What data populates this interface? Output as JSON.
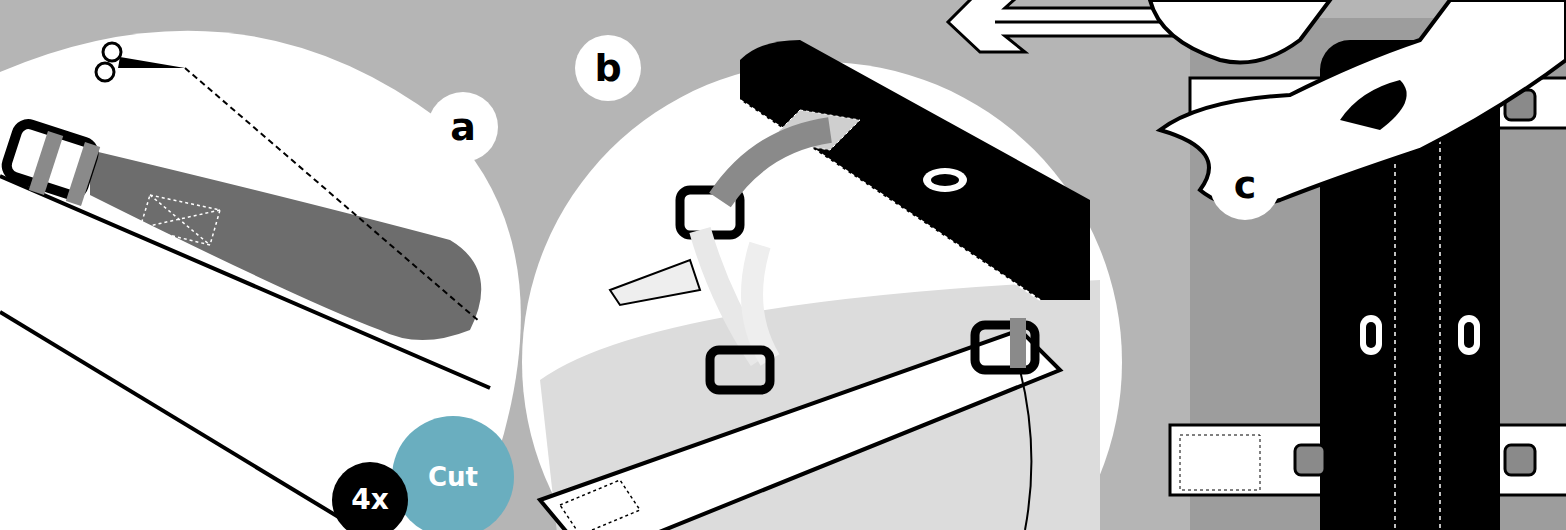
{
  "diagram": {
    "nodes": [
      {
        "text": [
          "a"
        ]
      },
      {
        "text": [
          "Cut"
        ]
      },
      {
        "text": [
          "4x"
        ]
      },
      {
        "text": [
          "b"
        ]
      },
      {
        "text": [
          "c"
        ]
      }
    ]
  }
}
